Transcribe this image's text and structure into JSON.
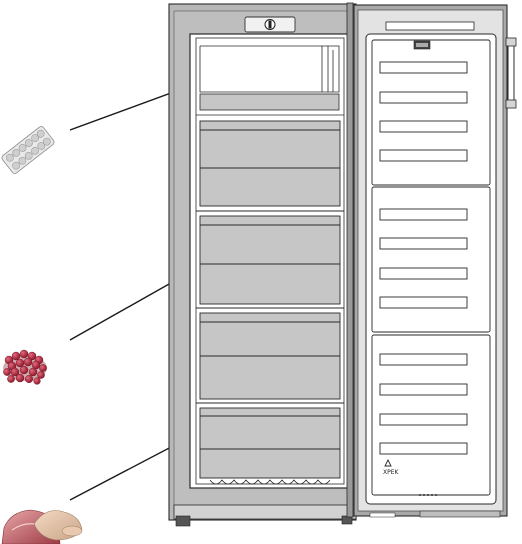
{
  "image": {
    "subject": "freezer-storage-guide",
    "food_items": [
      {
        "icon": "ice-cube-tray-icon",
        "points_to": "top-shelf"
      },
      {
        "icon": "berries-icon",
        "points_to": "middle-drawer"
      },
      {
        "icon": "meat-poultry-icon",
        "points_to": "bottom-drawer"
      }
    ],
    "freezer": {
      "drawers": 4,
      "door_shelves": 12,
      "door_badge_text": "",
      "door_logo_text": "XPEK"
    },
    "colors": {
      "cabinet": "#b5b5b5",
      "drawer": "#c6c6c6",
      "outline": "#2a2a2a",
      "berries": "#b5273c",
      "meat": "#c8606a"
    }
  }
}
